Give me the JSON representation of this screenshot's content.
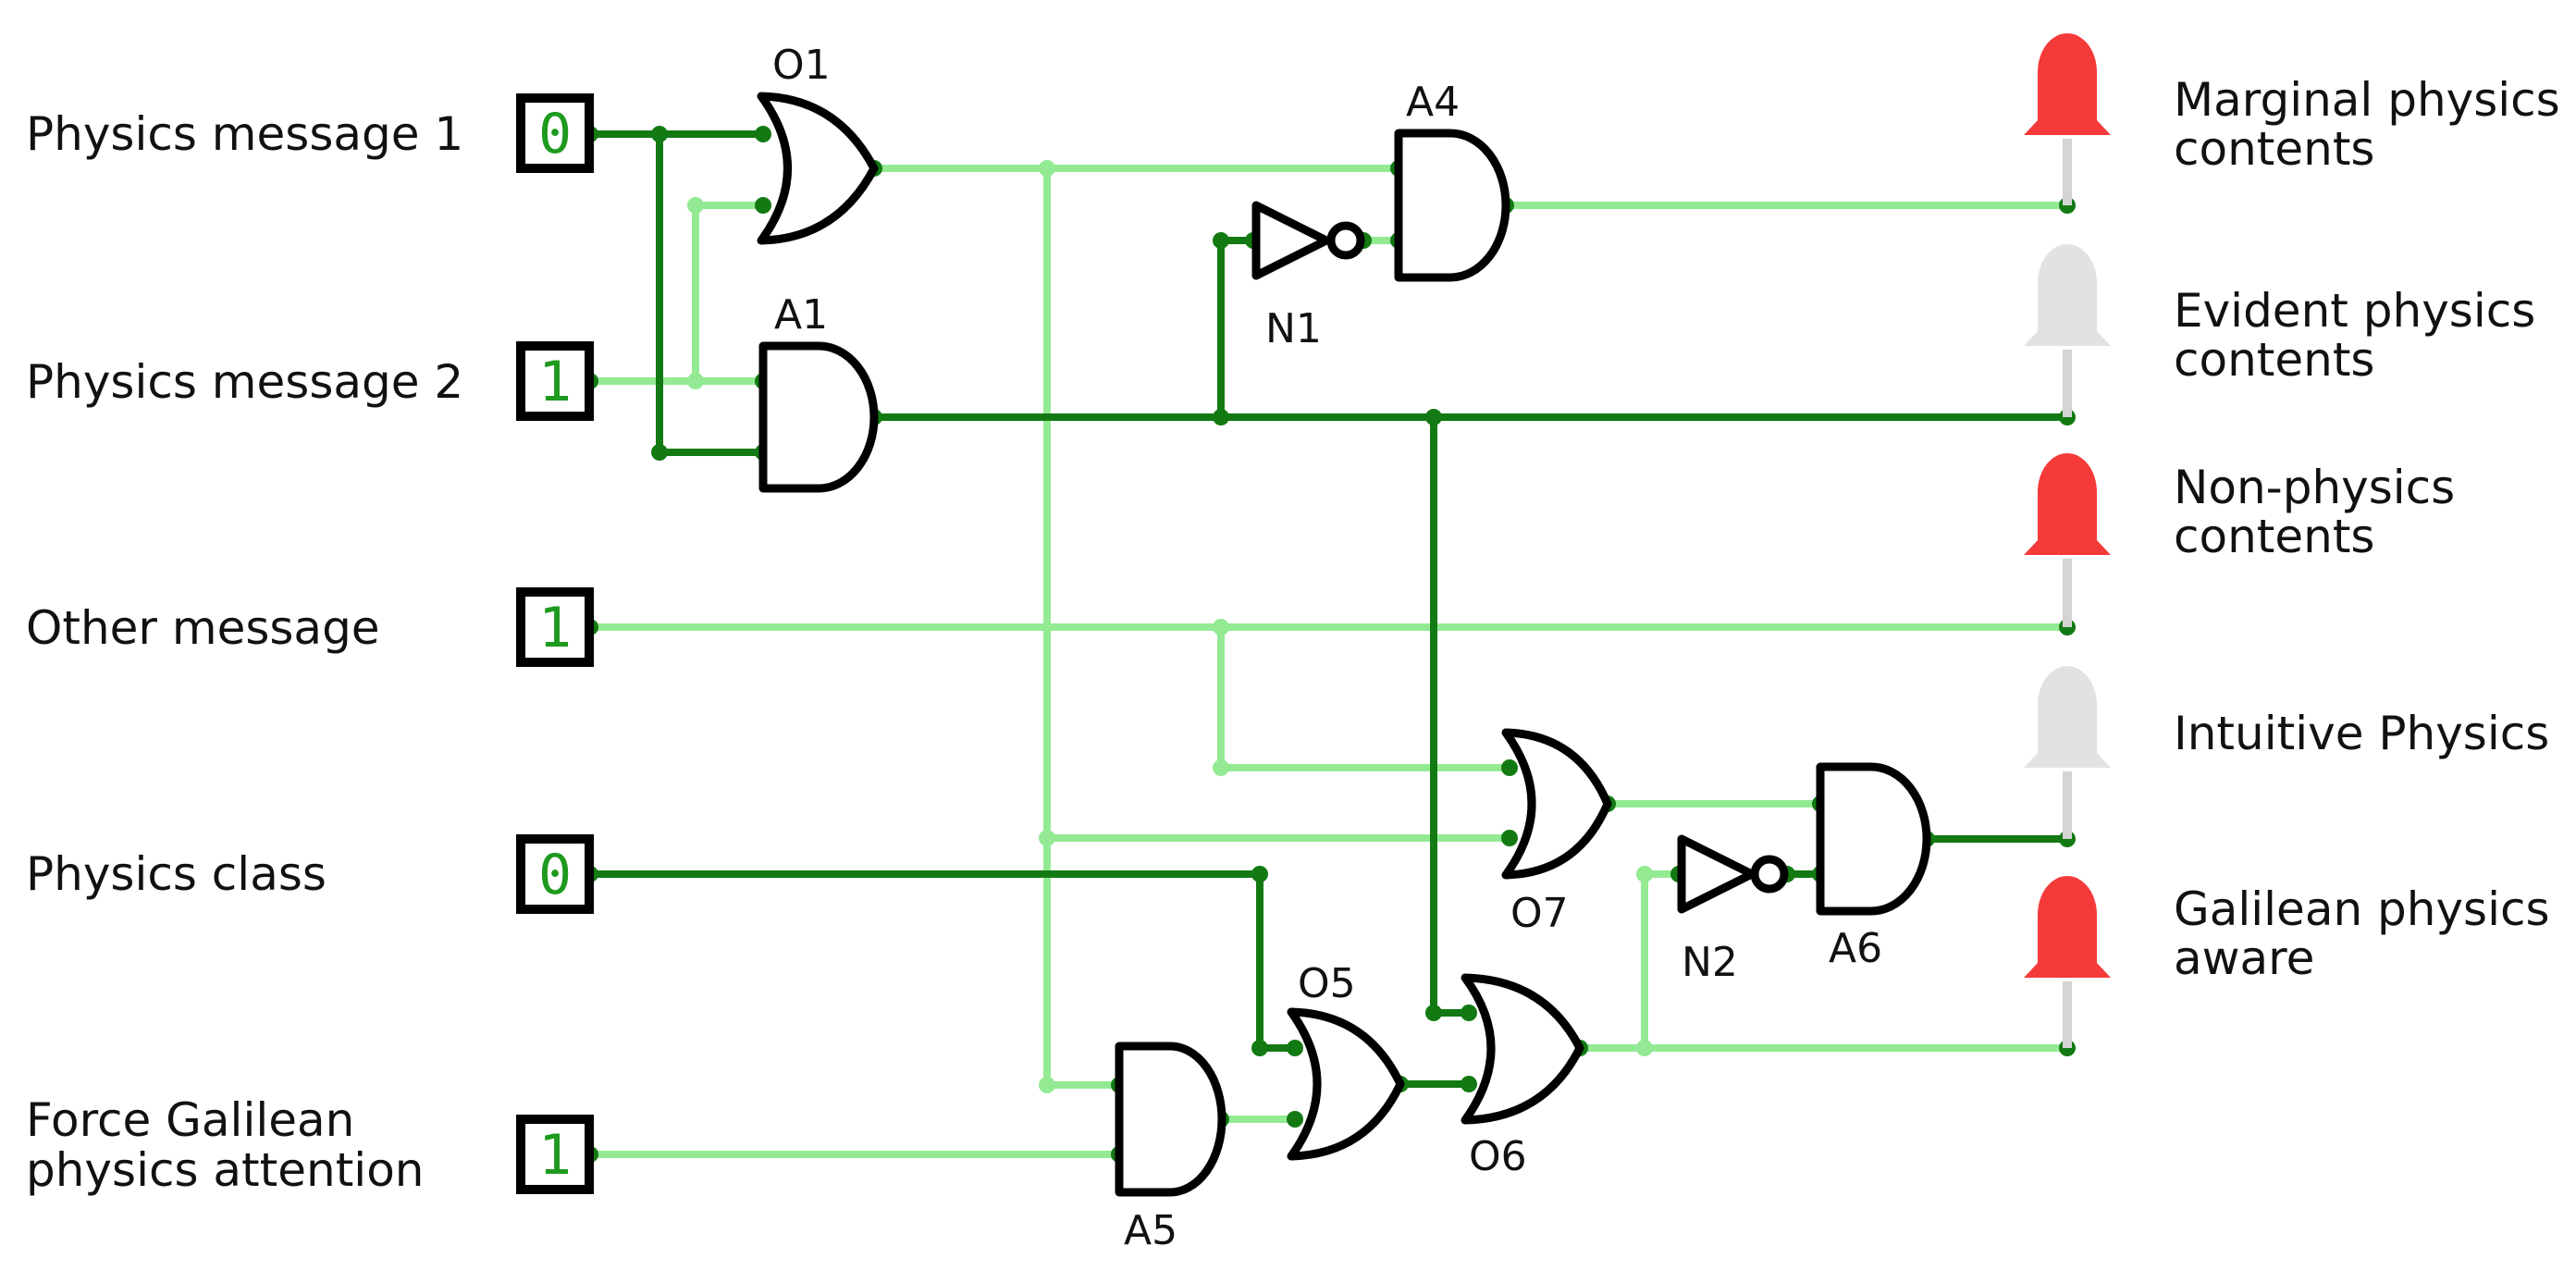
{
  "colors": {
    "wire_on": "#137a13",
    "wire_off": "#93ea93",
    "led_on": "#f53a3a",
    "led_off": "#e2e2e2",
    "led_stem": "#d4d4d4",
    "switch_text": "#1e9a1e"
  },
  "inputs": [
    {
      "label": "Physics message 1",
      "value": "0"
    },
    {
      "label": "Physics message 2",
      "value": "1"
    },
    {
      "label": "Other message",
      "value": "1"
    },
    {
      "label": "Physics class",
      "value": "0"
    },
    {
      "label_lines": [
        "Force Galilean",
        "physics attention"
      ],
      "value": "1"
    }
  ],
  "gates": {
    "O1": "O1",
    "A1": "A1",
    "A4": "A4",
    "N1": "N1",
    "O7": "O7",
    "N2": "N2",
    "A6": "A6",
    "O5": "O5",
    "O6": "O6",
    "A5": "A5"
  },
  "outputs": [
    {
      "label_lines": [
        "Marginal physics",
        "contents"
      ],
      "state": "on"
    },
    {
      "label_lines": [
        "Evident physics",
        "contents"
      ],
      "state": "off"
    },
    {
      "label_lines": [
        "Non-physics",
        "contents"
      ],
      "state": "on"
    },
    {
      "label_lines": [
        "Intuitive Physics"
      ],
      "state": "off"
    },
    {
      "label_lines": [
        "Galilean physics",
        "aware"
      ],
      "state": "on"
    }
  ]
}
